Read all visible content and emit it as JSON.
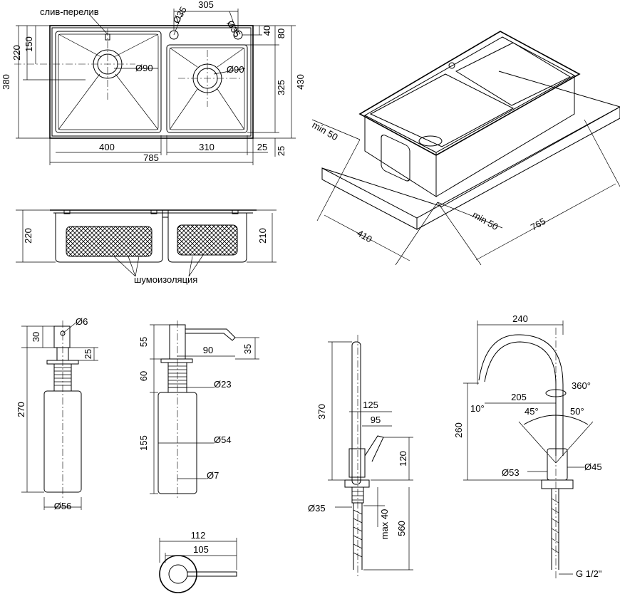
{
  "sink_top_view": {
    "label_overflow": "слив-перелив",
    "dims": {
      "overall_width": "785",
      "left_bowl_width": "400",
      "right_bowl_width": "310",
      "right_margin": "25",
      "bottom_margin": "25",
      "overall_depth_left": "380",
      "drain_offset_left": "220",
      "overflow_offset": "150",
      "right_bowl_depth": "325",
      "overall_depth_right": "430",
      "tap_holes_spacing": "305",
      "tap_hole_1": "Ø35",
      "tap_hole_2": "Ø35",
      "tap_holes_from_edge": "40",
      "tap_holes_from_edge_2": "80",
      "drain_left": "Ø90",
      "drain_right": "Ø90"
    }
  },
  "sink_side_view": {
    "label_insulation": "шумоизоляция",
    "dims": {
      "left_height": "220",
      "right_height": "210"
    }
  },
  "sink_iso_view": {
    "dims": {
      "min_clear_1": "min 50",
      "min_clear_2": "min 50",
      "cabinet_depth": "410",
      "cabinet_width": "765"
    }
  },
  "dispenser_1": {
    "dims": {
      "nozzle_dia": "Ø6",
      "head_height": "30",
      "neck_height": "25",
      "total_height": "270",
      "bottle_dia": "Ø56"
    }
  },
  "dispenser_2": {
    "dims": {
      "head_height": "55",
      "spout_reach": "90",
      "spout_height": "35",
      "thread_height": "60",
      "thread_dia": "Ø23",
      "bottle_height": "155",
      "bottle_dia": "Ø54",
      "tube_dia": "Ø7"
    }
  },
  "dispenser_top": {
    "dims": {
      "outer": "112",
      "inner": "105"
    }
  },
  "faucet_1": {
    "dims": {
      "height": "370",
      "reach": "125",
      "reach_2": "95",
      "lever_height": "120",
      "base_dia": "Ø35",
      "thread_len": "max 40",
      "hose_len": "560"
    }
  },
  "faucet_2": {
    "dims": {
      "reach": "240",
      "height": "260",
      "rotation": "360°",
      "spout_reach": "205",
      "angle_1": "10°",
      "angle_2": "45°",
      "angle_3": "50°",
      "base_dia": "Ø53",
      "body_dia": "Ø45",
      "connection": "G 1/2\""
    }
  }
}
